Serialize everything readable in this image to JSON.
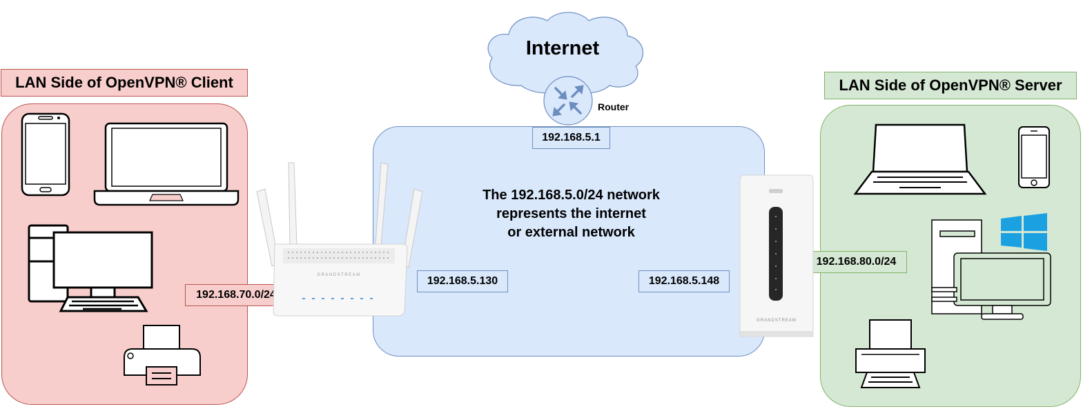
{
  "cloud": {
    "label": "Internet"
  },
  "router": {
    "label": "Router"
  },
  "left_zone": {
    "title": "LAN Side of OpenVPN® Client",
    "subnet": "192.168.70.0/24"
  },
  "right_zone": {
    "title": "LAN Side of OpenVPN® Server",
    "subnet": "192.168.80.0/24"
  },
  "wan": {
    "description_lines": [
      "The 192.168.5.0/24 network",
      "represents the internet",
      "or external network"
    ],
    "router_ip": "192.168.5.1",
    "client_ip": "192.168.5.130",
    "server_ip": "192.168.5.148"
  },
  "device_brand": {
    "client_router": "GRANDSTREAM",
    "server_router": "GRANDSTREAM"
  },
  "colors": {
    "red_fill": "#f8cecc",
    "red_stroke": "#b85450",
    "green_fill": "#d5e8d4",
    "green_stroke": "#82b366",
    "blue_fill": "#dae8fc",
    "blue_stroke": "#6c8ebf",
    "windows_blue": "#1ba1e2"
  },
  "icons": [
    "smartphone-icon",
    "laptop-icon",
    "desktop-computer-icon",
    "printer-icon",
    "windows-logo-icon",
    "router-icon",
    "cloud-icon"
  ]
}
